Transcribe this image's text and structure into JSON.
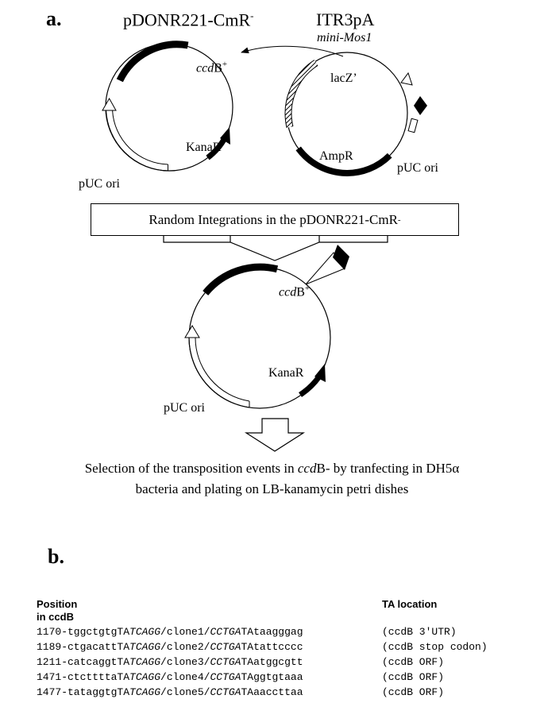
{
  "panel_a": {
    "letter": "a.",
    "plasmid1_name": "pDONR221-CmR",
    "plasmid1_sup": "-",
    "plasmid2_name": "ITR3pA",
    "transposon_label": "mini-Mos1",
    "ccdb_ital": "ccd",
    "ccdb_rest": "B",
    "ccdb_sup": "+",
    "kana": "KanaR",
    "puc": "pUC ori",
    "lacz": "lacZ’",
    "ampr": "AmpR",
    "puc2": "pUC ori",
    "box_text": "Random Integrations in the pDONR221-CmR",
    "box_sup": "-",
    "ccdb2_ital": "ccd",
    "ccdb2_rest": "B",
    "ccdb2_sup": "+",
    "kana2": "KanaR",
    "puc3": "pUC ori",
    "caption_line1_a": "Selection of the transposition events in ",
    "caption_line1_ital": "ccd",
    "caption_line1_b": "B- by tranfecting in  DH5α",
    "caption_line2": "bacteria and plating on LB-kanamycin petri dishes"
  },
  "panel_b": {
    "letter": "b.",
    "col1_line1": "Position",
    "col1_line2": "in ccdB",
    "col2": "TA location",
    "rows": [
      {
        "pre": "1170-tggctgtgTA",
        "ital1": "TCAGG",
        "mid": "/clone1/",
        "ital2": "CCTGA",
        "post": "TAtaagggag",
        "loc": "(ccdB 3′UTR)"
      },
      {
        "pre": "1189-ctgacattTA",
        "ital1": "TCAGG",
        "mid": "/clone2/",
        "ital2": "CCTGA",
        "post": "TAtattcccc",
        "loc": "(ccdB stop codon)"
      },
      {
        "pre": "1211-catcaggtTA",
        "ital1": "TCAGG",
        "mid": "/clone3/",
        "ital2": "CCTGA",
        "post": "TAatggcgtt",
        "loc": "(ccdB ORF)"
      },
      {
        "pre": "1471-ctcttttaTA",
        "ital1": "TCAGG",
        "mid": "/clone4/",
        "ital2": "CCTGA",
        "post": "TAggtgtaaa",
        "loc": "(ccdB ORF)"
      },
      {
        "pre": "1477-tataggtgTA",
        "ital1": "TCAGG",
        "mid": "/clone5/",
        "ital2": "CCTGA",
        "post": "TAaaccttaa",
        "loc": "(ccdB ORF)"
      }
    ]
  }
}
